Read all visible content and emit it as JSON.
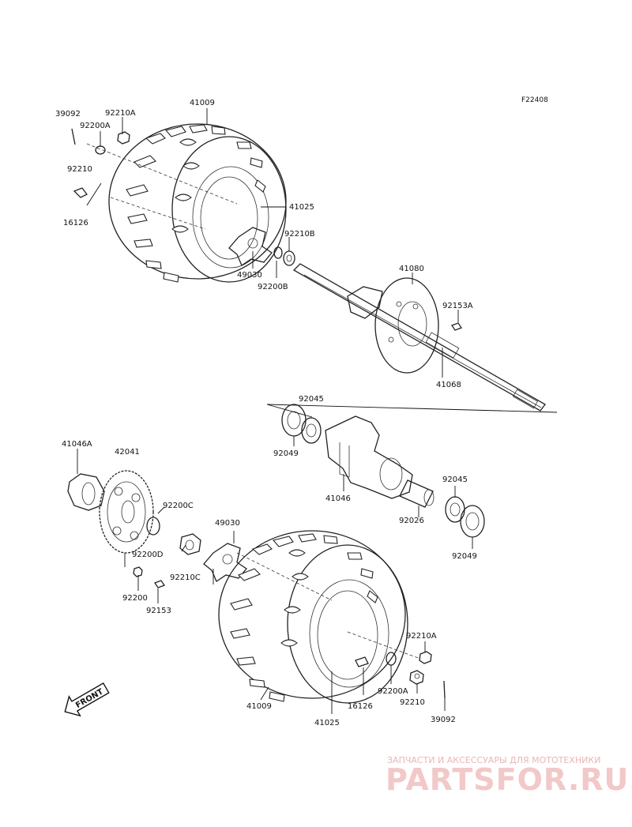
{
  "figure_code": "F22408",
  "labels": {
    "l39092_top": "39092",
    "l92210A_top": "92210A",
    "l41009_top": "41009",
    "l92200A_top": "92200A",
    "l92210_top": "92210",
    "l16126_top": "16126",
    "l41025_top": "41025",
    "l92210B": "92210B",
    "l49030_top": "49030",
    "l92200B": "92200B",
    "l41080": "41080",
    "l92153A": "92153A",
    "l41068": "41068",
    "l92045_top": "92045",
    "l92049_left": "92049",
    "l41046A": "41046A",
    "l42041": "42041",
    "l92200C": "92200C",
    "l49030_bottom": "49030",
    "l41046": "41046",
    "l92045_right": "92045",
    "l92026": "92026",
    "l92049_right": "92049",
    "l92200D": "92200D",
    "l92210C": "92210C",
    "l92200": "92200",
    "l92153": "92153",
    "l92210A_bottom": "92210A",
    "l92200A_bottom": "92200A",
    "l92210_bottom": "92210",
    "l39092_bottom": "39092",
    "l41009_bottom": "41009",
    "l16126_bottom": "16126",
    "l41025_bottom": "41025"
  },
  "front_arrow": "FRONT",
  "watermark": {
    "tagline": "ЗАПЧАСТИ И АКСЕССУАРЫ ДЛЯ МОТОТЕХНИКИ"
  }
}
